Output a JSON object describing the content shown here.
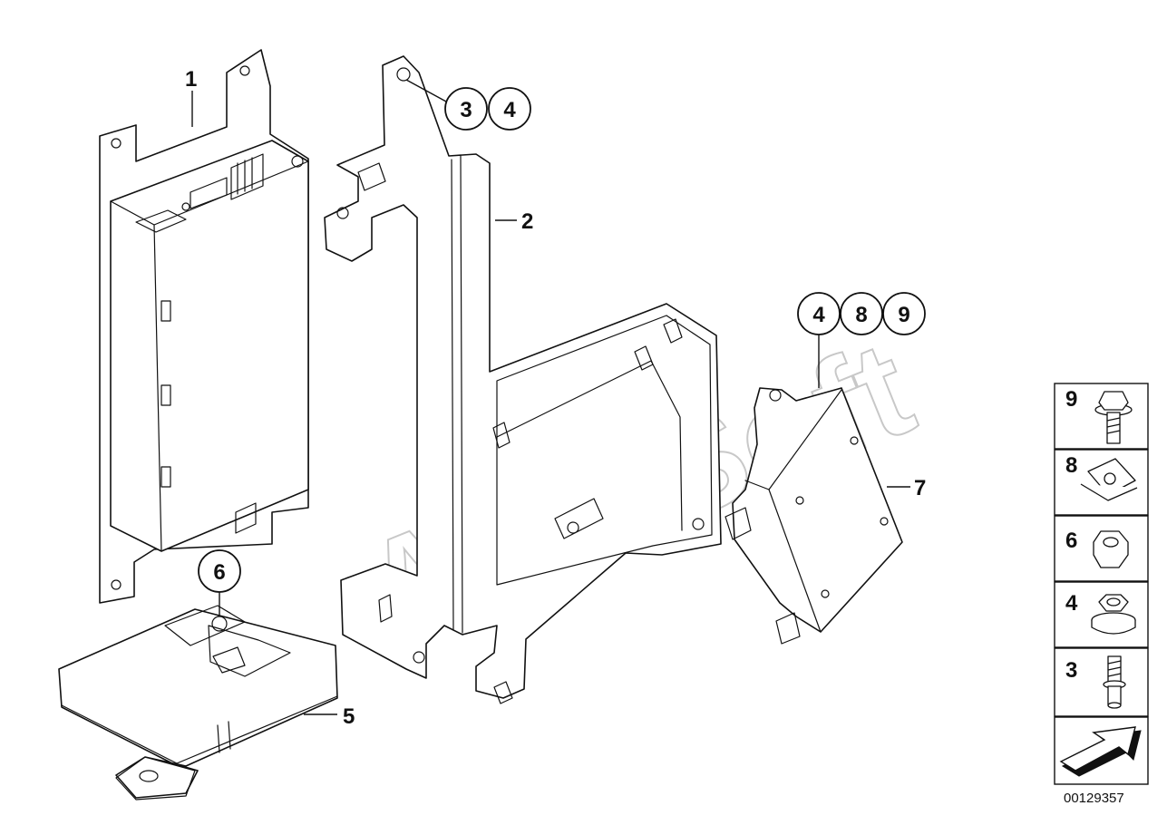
{
  "diagram": {
    "watermark": "AutoSoft",
    "document_number": "00129357",
    "part_labels": [
      "1",
      "2",
      "5",
      "7"
    ],
    "callout_groups": [
      [
        "3",
        "4"
      ],
      [
        "4",
        "8",
        "9"
      ],
      [
        "6"
      ]
    ],
    "legend_items": [
      {
        "number": "9",
        "icon": "hex-flange-bolt-icon"
      },
      {
        "number": "8",
        "icon": "clip-nut-icon"
      },
      {
        "number": "6",
        "icon": "hex-nut-icon"
      },
      {
        "number": "4",
        "icon": "flange-nut-icon"
      },
      {
        "number": "3",
        "icon": "stud-bolt-icon"
      },
      {
        "number": "",
        "icon": "direction-arrow-icon"
      }
    ]
  }
}
